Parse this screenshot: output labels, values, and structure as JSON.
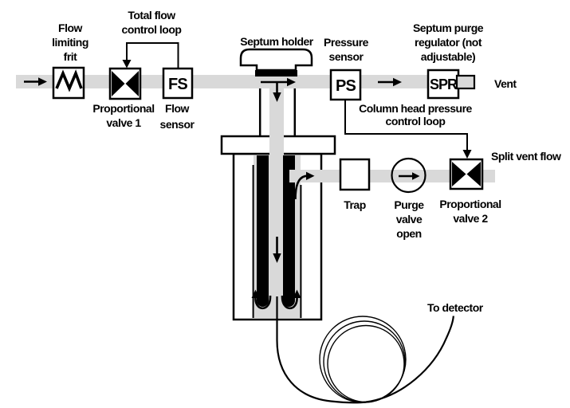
{
  "labels": {
    "flow_limiting_frit": [
      "Flow",
      "limiting",
      "frit"
    ],
    "total_flow_control_loop": [
      "Total flow",
      "control loop"
    ],
    "proportional_valve_1": [
      "Proportional",
      "valve 1"
    ],
    "flow_sensor": [
      "Flow",
      "sensor"
    ],
    "flow_sensor_abbr": "FS",
    "septum_holder": "Septum holder",
    "pressure_sensor": [
      "Pressure",
      "sensor"
    ],
    "pressure_sensor_abbr": "PS",
    "septum_purge_regulator": [
      "Septum purge",
      "regulator (not",
      "adjustable)"
    ],
    "septum_purge_regulator_abbr": "SPR",
    "vent": "Vent",
    "column_head_pressure_control_loop": [
      "Column head pressure",
      "control loop"
    ],
    "split_vent_flow": "Split vent flow",
    "trap": "Trap",
    "purge_valve_open": [
      "Purge",
      "valve",
      "open"
    ],
    "proportional_valve_2": [
      "Proportional",
      "valve 2"
    ],
    "to_detector": "To detector"
  },
  "colors": {
    "tube_fill": "#d9d9d9",
    "line": "#000000",
    "background": "#ffffff"
  }
}
